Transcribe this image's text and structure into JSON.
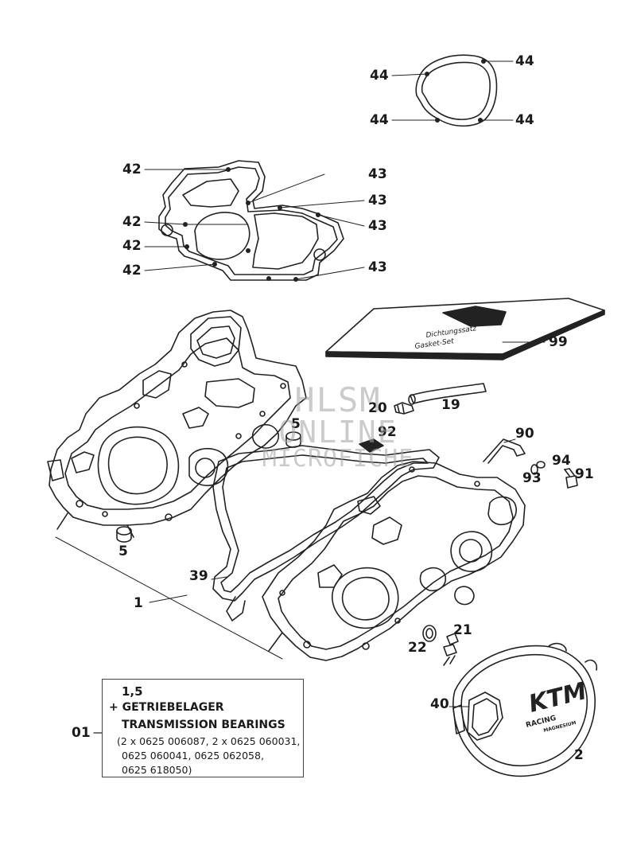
{
  "diagram": {
    "callouts": {
      "p44_a": "44",
      "p44_b": "44",
      "p44_c": "44",
      "p44_d": "44",
      "p42_a": "42",
      "p42_b": "42",
      "p42_c": "42",
      "p42_d": "42",
      "p43_a": "43",
      "p43_b": "43",
      "p43_c": "43",
      "p43_d": "43",
      "p99": "99",
      "p20": "20",
      "p19": "19",
      "p92": "92",
      "p5_a": "5",
      "p5_b": "5",
      "p90": "90",
      "p94": "94",
      "p93": "93",
      "p91": "91",
      "p39": "39",
      "p1": "1",
      "p21": "21",
      "p22": "22",
      "p40": "40",
      "p2": "2",
      "p01": "01"
    },
    "note": {
      "line1": "1,5",
      "line2": "+ GETRIEBELAGER",
      "line3": "TRANSMISSION BEARINGS",
      "line4": "(2 x 0625 006087, 2 x 0625 060031,",
      "line5": "0625 060041, 0625 062058,",
      "line6": "0625 618050)"
    },
    "gasket_set_label": {
      "line1": "Dichtungssatz",
      "line2": "Gasket-Set"
    },
    "cover_brand": {
      "brand": "KTM",
      "racing": "RACING",
      "material": "MAGNESIUM"
    },
    "watermark": {
      "line1": "HLSM",
      "line2": "ONLINE",
      "line3": "MICROFICHE"
    }
  }
}
